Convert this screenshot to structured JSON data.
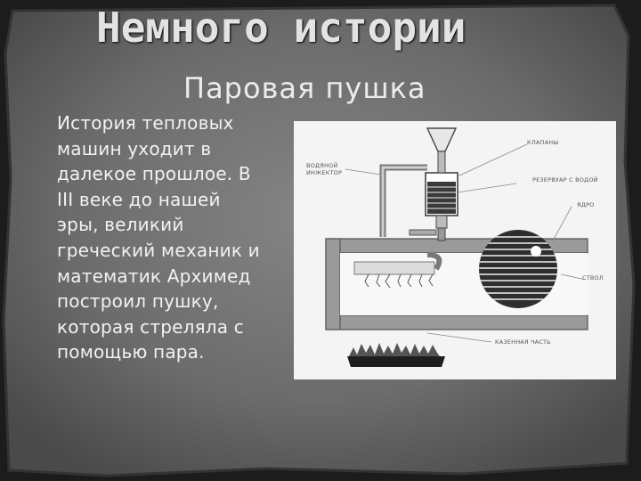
{
  "slide": {
    "title": "Немного истории",
    "subtitle": "Паровая пушка",
    "body_lines": [
      "История тепловых",
      "машин уходит в",
      "далекое прошлое. В",
      "III веке до нашей",
      "эры, великий",
      "греческий механик и",
      "математик Архимед",
      "построил пушку,",
      "которая стреляла с",
      "помощью пара."
    ]
  },
  "diagram": {
    "labels": {
      "valves": "КЛАПАНЫ",
      "water_injector_1": "ВОДЯНОЙ",
      "water_injector_2": "ИНЖЕКТОР",
      "water_reservoir": "РЕЗЕРВУАР С ВОДОЙ",
      "core": "ЯДРО",
      "barrel": "СТВОЛ",
      "breech": "КАЗЕННАЯ ЧАСТЬ"
    }
  },
  "colors": {
    "background": "#6e6e6e",
    "frame": "#2a2a2a",
    "text": "#f2f2f2",
    "diagram_bg": "#f4f4f4"
  }
}
